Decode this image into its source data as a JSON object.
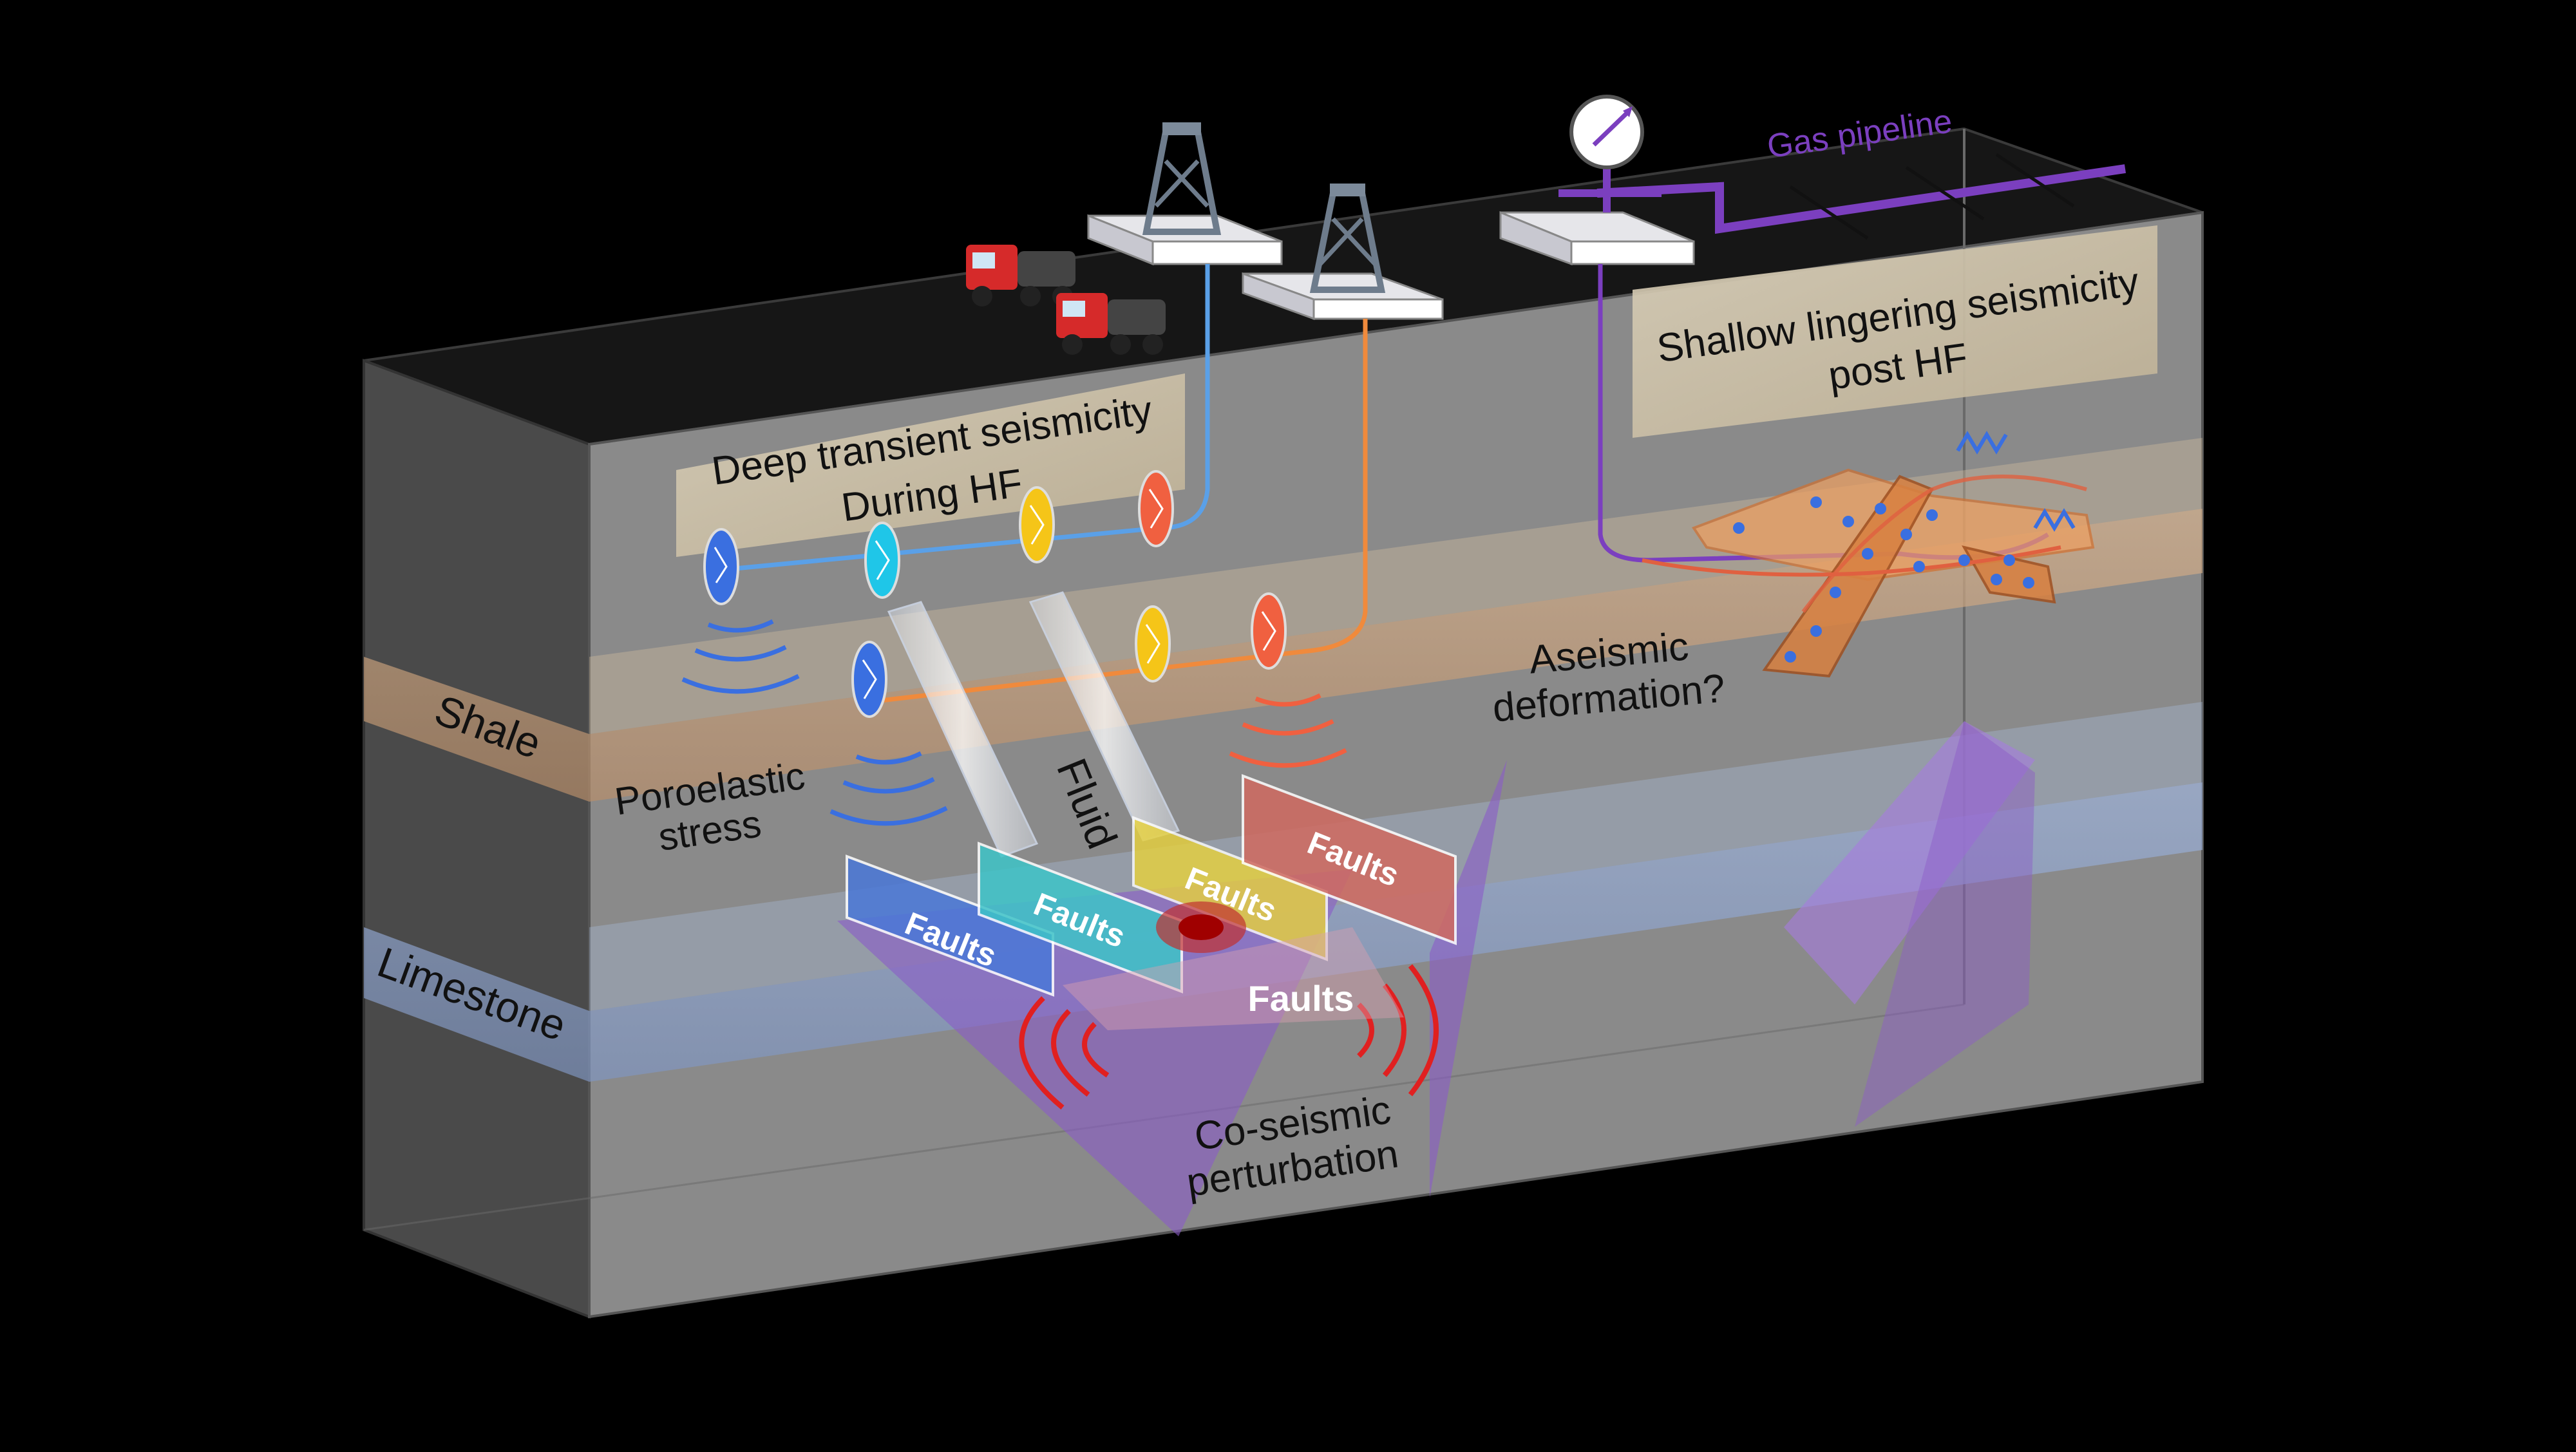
{
  "labels": {
    "gas_pipeline": "Gas pipeline",
    "deep_box_line1": "Deep transient seismicity",
    "deep_box_line2": "During HF",
    "shallow_box_line1": "Shallow lingering seismicity",
    "shallow_box_line2": "post HF",
    "shale": "Shale",
    "limestone": "Limestone",
    "poroelastic_line1": "Poroelastic",
    "poroelastic_line2": "stress",
    "fluid": "Fluid",
    "aseismic_line1": "Aseismic",
    "aseismic_line2": "deformation?",
    "coseismic_line1": "Co-seismic",
    "coseismic_line2": "perturbation",
    "faults_main": "Faults",
    "fault_plates": [
      "Faults",
      "Faults",
      "Faults",
      "Faults"
    ]
  },
  "colors": {
    "background": "#000000",
    "block_front": "#8a8a8a",
    "shale_layer": "#c9a27e",
    "limestone_layer": "#8fa3c8",
    "pipeline": "#7b3fbf",
    "well_blue": "#4a90d9",
    "well_orange": "#f08a3c",
    "fault_plane_purple": "#9b6bd6",
    "seismic_red": "#e02020",
    "seismic_blue": "#3a6fe0",
    "seismic_orange": "#f06040",
    "label_box": "#c8b89a"
  },
  "icons": [
    "drilling-rig-icon",
    "fire-truck-icon",
    "pressure-gauge-icon",
    "seismic-event-icon"
  ]
}
